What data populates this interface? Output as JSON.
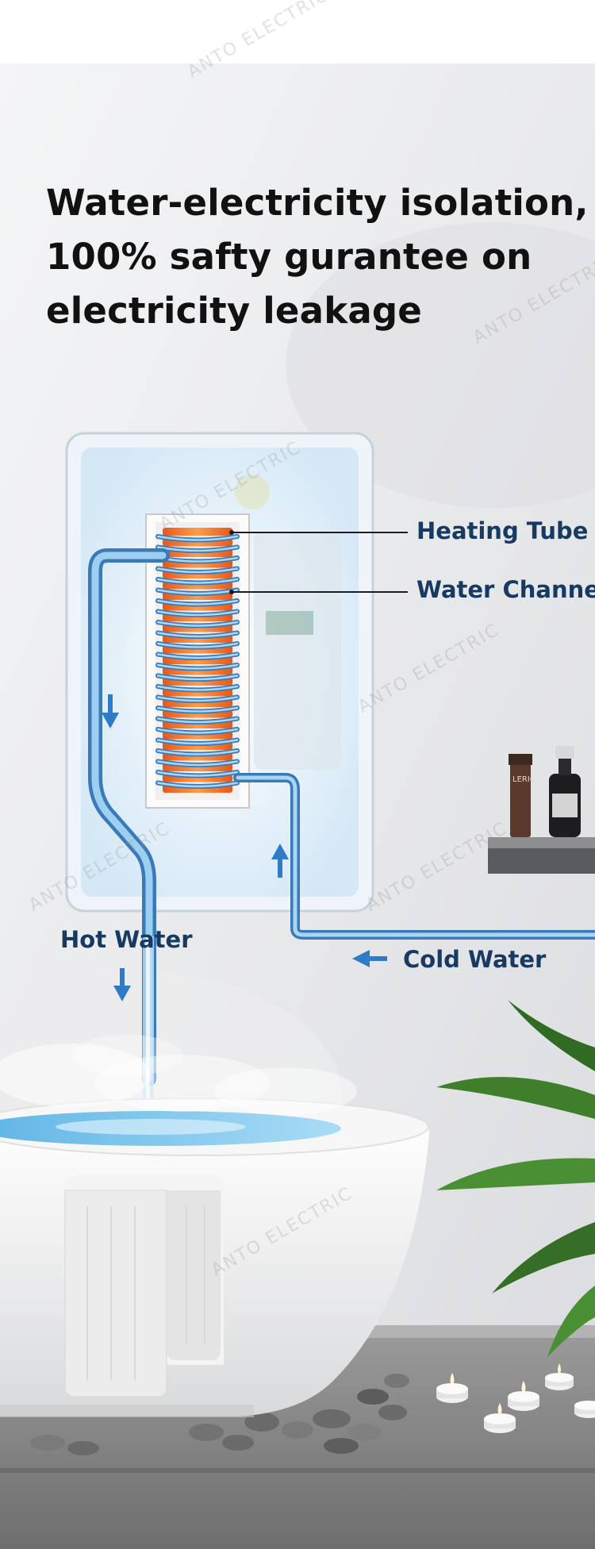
{
  "headline": {
    "lines": [
      "Water-electricity isolation,",
      "100% safty gurantee on",
      "electricity leakage"
    ]
  },
  "labels": {
    "heating_tube": "Heating Tube",
    "water_channel": "Water Channel",
    "hot_water": "Hot Water",
    "cold_water": "Cold Water"
  },
  "product": {
    "bottle_label": "LERIC"
  },
  "watermark": "ANTO ELECTRIC",
  "colors": {
    "headline": "#111111",
    "label": "#163a62",
    "pipe": "#4a86c6",
    "heating_element": "#f07a2e",
    "arrow": "#2e7cc8",
    "wall": "#e9eaec",
    "floor": "#8a8a8a"
  }
}
